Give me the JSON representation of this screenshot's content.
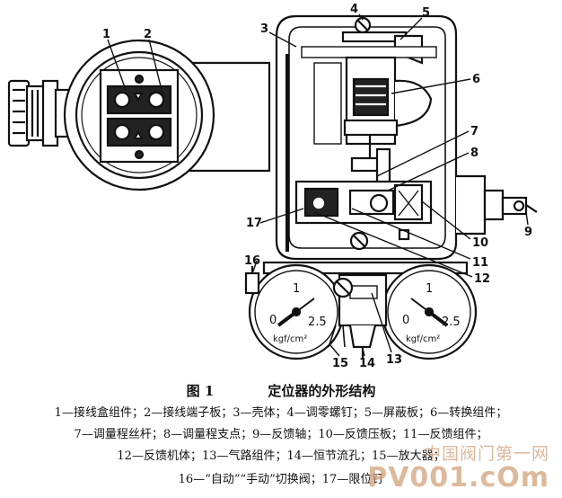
{
  "figure": {
    "number": "图 1",
    "title": "定位器的外形结构"
  },
  "callouts": [
    "1",
    "2",
    "3",
    "4",
    "5",
    "6",
    "7",
    "8",
    "9",
    "10",
    "11",
    "12",
    "13",
    "14",
    "15",
    "16",
    "17"
  ],
  "gauges": {
    "left": {
      "scale_top": "1",
      "scale_left": "0",
      "scale_right": "2.5",
      "unit": "kgf/cm²"
    },
    "right": {
      "scale_top": "1",
      "scale_left": "0",
      "scale_right": "2.5",
      "unit": "kgf/cm²"
    }
  },
  "legend": {
    "line1": "1—接线盒组件；2—接线端子板；3—壳体；4—调零螺钉；5—屏蔽板；6—转换组件；",
    "line2": "7—调量程丝杆；8—调量程支点；9—反馈轴；10—反馈压板；11—反馈组件；",
    "line3": "12—反馈机体；13—气路组件；14—恒节流孔；15—放大器；",
    "line4": "16—“自动”“手动”切换阀；17—限位钉"
  },
  "watermark": {
    "site_name": "中国阀门第一网",
    "url": "PV001.cOm"
  }
}
